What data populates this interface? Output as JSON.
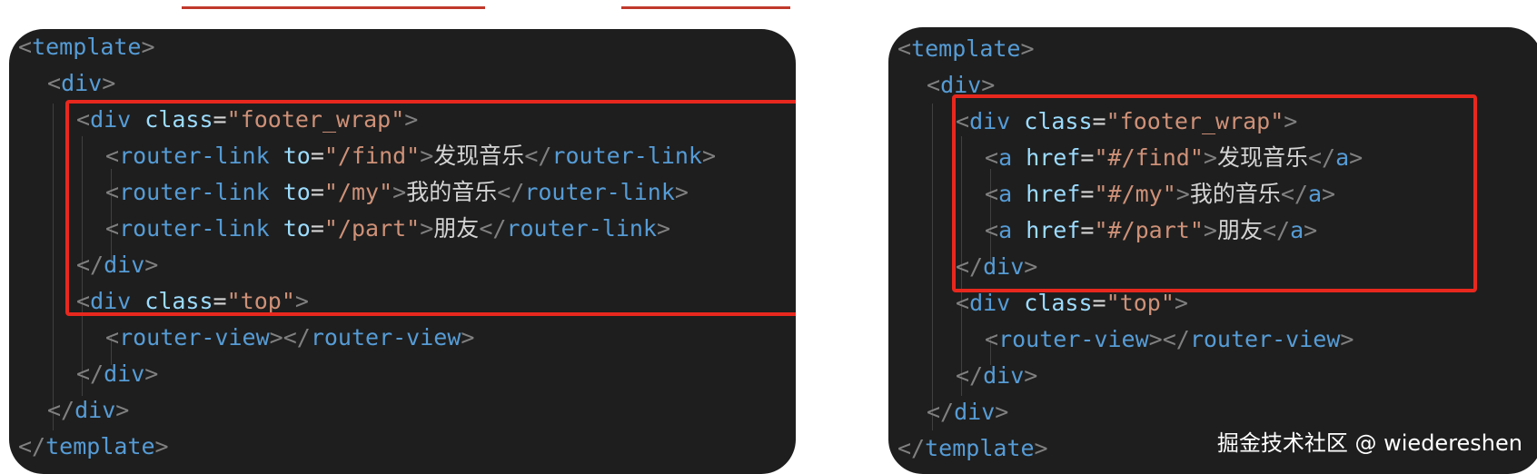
{
  "watermark": "掘金技术社区 @ wiedereshen",
  "left_code": {
    "l1": {
      "open": "<",
      "tag": "template",
      "close": ">"
    },
    "l2": {
      "open": "<",
      "tag": "div",
      "close": ">"
    },
    "l3": {
      "open": "<",
      "tag": "div",
      "attr": "class",
      "eq": "=",
      "val": "\"footer_wrap\"",
      "close": ">"
    },
    "l4": {
      "open": "<",
      "tag": "router-link",
      "attr": "to",
      "eq": "=",
      "val": "\"/find\"",
      "close": ">",
      "text": "发现音乐",
      "endopen": "</",
      "endtag": "router-link",
      "endclose": ">"
    },
    "l5": {
      "open": "<",
      "tag": "router-link",
      "attr": "to",
      "eq": "=",
      "val": "\"/my\"",
      "close": ">",
      "text": "我的音乐",
      "endopen": "</",
      "endtag": "router-link",
      "endclose": ">"
    },
    "l6": {
      "open": "<",
      "tag": "router-link",
      "attr": "to",
      "eq": "=",
      "val": "\"/part\"",
      "close": ">",
      "text": "朋友",
      "endopen": "</",
      "endtag": "router-link",
      "endclose": ">"
    },
    "l7": {
      "open": "</",
      "tag": "div",
      "close": ">"
    },
    "l8": {
      "open": "<",
      "tag": "div",
      "attr": "class",
      "eq": "=",
      "val": "\"top\"",
      "close": ">"
    },
    "l9": {
      "open": "<",
      "tag": "router-view",
      "close": ">",
      "endopen": "</",
      "endtag": "router-view",
      "endclose": ">"
    },
    "l10": {
      "open": "</",
      "tag": "div",
      "close": ">"
    },
    "l11": {
      "open": "</",
      "tag": "div",
      "close": ">"
    },
    "l12": {
      "open": "</",
      "tag": "template",
      "close": ">"
    }
  },
  "right_code": {
    "l1": {
      "open": "<",
      "tag": "template",
      "close": ">"
    },
    "l2": {
      "open": "<",
      "tag": "div",
      "close": ">"
    },
    "l3": {
      "open": "<",
      "tag": "div",
      "attr": "class",
      "eq": "=",
      "val": "\"footer_wrap\"",
      "close": ">"
    },
    "l4": {
      "open": "<",
      "tag": "a",
      "attr": "href",
      "eq": "=",
      "val": "\"#/find\"",
      "close": ">",
      "text": "发现音乐",
      "endopen": "</",
      "endtag": "a",
      "endclose": ">"
    },
    "l5": {
      "open": "<",
      "tag": "a",
      "attr": "href",
      "eq": "=",
      "val": "\"#/my\"",
      "close": ">",
      "text": "我的音乐",
      "endopen": "</",
      "endtag": "a",
      "endclose": ">"
    },
    "l6": {
      "open": "<",
      "tag": "a",
      "attr": "href",
      "eq": "=",
      "val": "\"#/part\"",
      "close": ">",
      "text": "朋友",
      "endopen": "</",
      "endtag": "a",
      "endclose": ">"
    },
    "l7": {
      "open": "</",
      "tag": "div",
      "close": ">"
    },
    "l8": {
      "open": "<",
      "tag": "div",
      "attr": "class",
      "eq": "=",
      "val": "\"top\"",
      "close": ">"
    },
    "l9": {
      "open": "<",
      "tag": "router-view",
      "close": ">",
      "endopen": "</",
      "endtag": "router-view",
      "endclose": ">"
    },
    "l10": {
      "open": "</",
      "tag": "div",
      "close": ">"
    },
    "l11": {
      "open": "</",
      "tag": "div",
      "close": ">"
    },
    "l12": {
      "open": "</",
      "tag": "template",
      "close": ">"
    }
  }
}
